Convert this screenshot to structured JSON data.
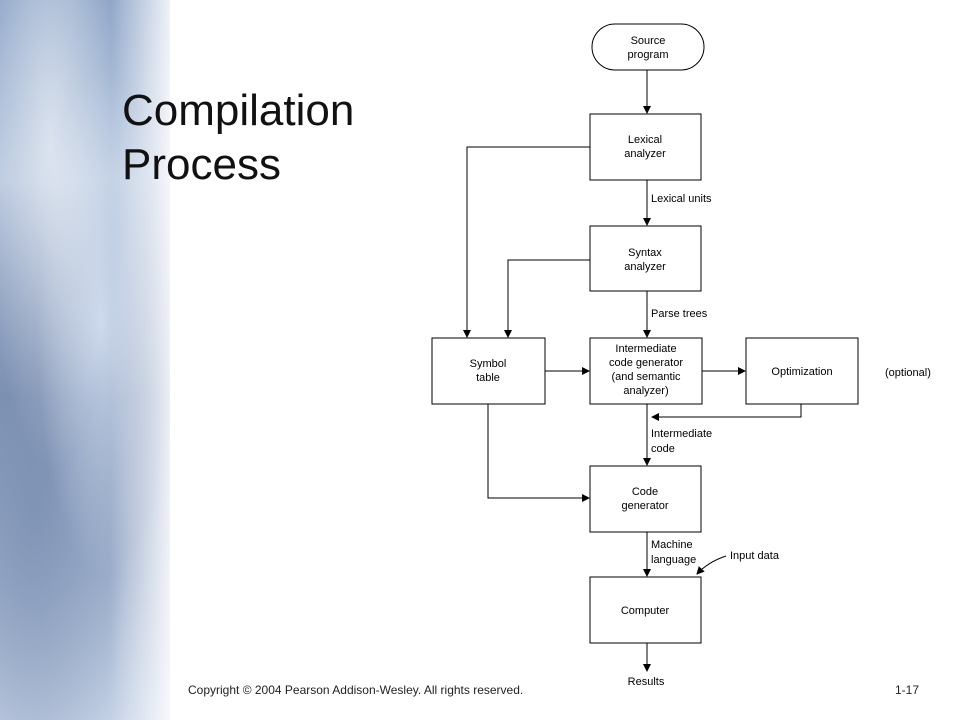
{
  "slide": {
    "title_line1": "Compilation",
    "title_line2": "Process",
    "copyright": "Copyright © 2004 Pearson Addison-Wesley. All rights reserved.",
    "page_number": "1-17"
  },
  "nodes": {
    "source_program": [
      "Source",
      "program"
    ],
    "lexical_analyzer": [
      "Lexical",
      "analyzer"
    ],
    "syntax_analyzer": [
      "Syntax",
      "analyzer"
    ],
    "symbol_table": [
      "Symbol",
      "table"
    ],
    "intermediate_code_generator": [
      "Intermediate",
      "code generator",
      "(and semantic",
      "analyzer)"
    ],
    "optimization": [
      "Optimization"
    ],
    "code_generator": [
      "Code",
      "generator"
    ],
    "computer": [
      "Computer"
    ]
  },
  "labels": {
    "lexical_units": "Lexical units",
    "parse_trees": "Parse trees",
    "intermediate_code": [
      "Intermediate",
      "code"
    ],
    "machine_language": [
      "Machine",
      "language"
    ],
    "input_data": "Input data",
    "optional": "(optional)",
    "results": "Results"
  }
}
